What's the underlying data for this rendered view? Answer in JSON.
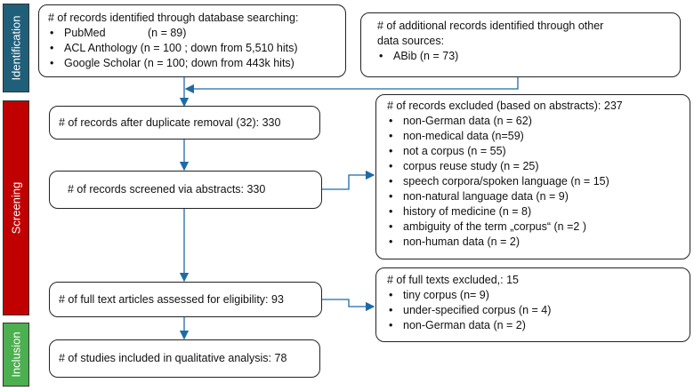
{
  "phases": {
    "identification": {
      "label": "Identification",
      "color": "#1f5f7a"
    },
    "screening": {
      "label": "Screening",
      "color": "#c00000"
    },
    "inclusion": {
      "label": "Inclusion",
      "color": "#4caf50"
    }
  },
  "boxes": {
    "db_search": {
      "title": "# of records identified through database searching:",
      "items": [
        {
          "name": "PubMed",
          "detail": "(n = 89)"
        },
        {
          "name": "ACL Anthology",
          "detail": "(n = 100 ; down from 5,510  hits)"
        },
        {
          "name": "Google Scholar",
          "detail": "(n = 100; down from 443k hits)"
        }
      ]
    },
    "other_sources": {
      "title_line1": "# of additional records identified through other",
      "title_line2": "data sources:",
      "items": [
        "ABib (n = 73)"
      ]
    },
    "after_duplicates": {
      "text": "# of records after duplicate removal (32): 330"
    },
    "screened": {
      "text": "# of records screened via abstracts: 330"
    },
    "excluded_abstracts": {
      "title": "# of records excluded (based on abstracts): 237",
      "items": [
        "non-German data (n = 62)",
        "non-medical data (n=59)",
        "not a corpus (n = 55)",
        "corpus reuse study (n = 25)",
        "speech corpora/spoken language (n = 15)",
        "non-natural language data (n = 9)",
        "history of medicine (n = 8)",
        "ambiguity of the term „corpus“ (n =2 )",
        "non-human data (n = 2)"
      ]
    },
    "full_text": {
      "text": "# of full text articles assessed for eligibility: 93"
    },
    "excluded_full_text": {
      "title": "# of full texts excluded,: 15",
      "items": [
        "tiny corpus (n= 9)",
        "under-specified corpus (n = 4)",
        "non-German data (n = 2)"
      ]
    },
    "included": {
      "text": "# of studies included in qualitative analysis: 78"
    }
  },
  "colors": {
    "arrow": "#1f6aa5",
    "border": "#222222"
  }
}
